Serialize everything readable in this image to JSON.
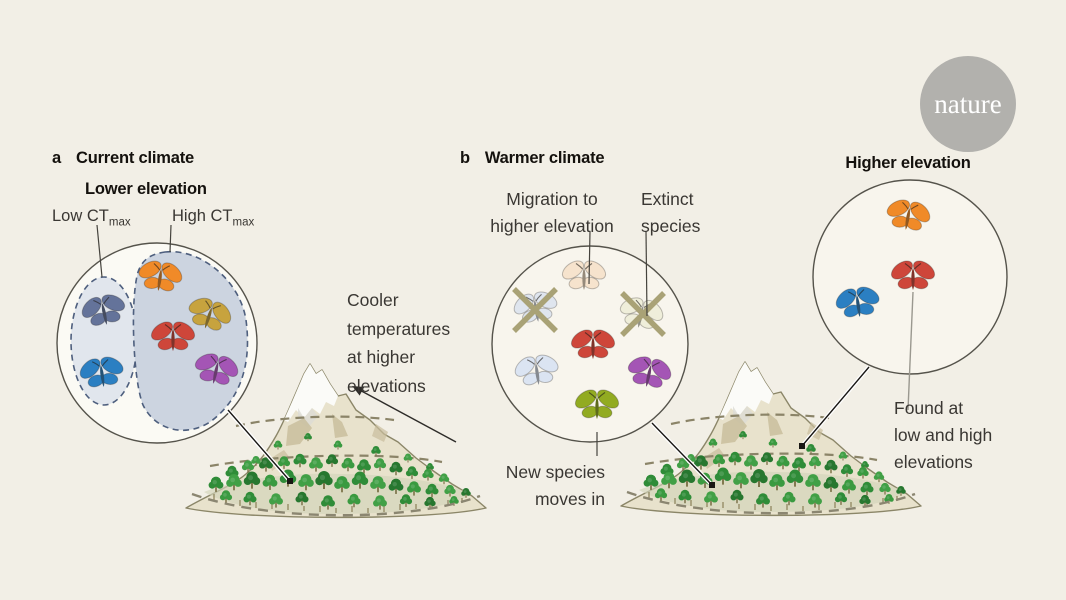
{
  "logo": {
    "label": "nature"
  },
  "panel_a": {
    "tag": "a",
    "title": "Current climate",
    "subtitle": "Lower elevation",
    "low_ct": {
      "text": "Low CT",
      "sub": "max"
    },
    "high_ct": {
      "text": "High CT",
      "sub": "max"
    },
    "cooler_lines": [
      "Cooler",
      "temperatures",
      "at higher",
      "elevations"
    ]
  },
  "panel_b": {
    "tag": "b",
    "title": "Warmer climate",
    "migration_lines": [
      "Migration to",
      "higher elevation"
    ],
    "extinct_lines": [
      "Extinct",
      "species"
    ],
    "new_species_lines": [
      "New species",
      "moves in"
    ]
  },
  "panel_c": {
    "title": "Higher elevation",
    "found_lines": [
      "Found at",
      "low and high",
      "elevations"
    ]
  },
  "colors": {
    "background": "#f2efe6",
    "slate": "#64739a",
    "blue": "#2b7fc2",
    "orange": "#f08a28",
    "red": "#ce463a",
    "gold": "#c7a33e",
    "purple": "#a455b5",
    "green": "#92ab21",
    "faded_slate": "#dfe5ee",
    "faded_blue": "#dbe4f2",
    "faded_orange": "#f6e3cd",
    "faded_gold": "#efeeda",
    "x_mark": "#a9a276",
    "logo_bg": "#b2b1ad"
  }
}
